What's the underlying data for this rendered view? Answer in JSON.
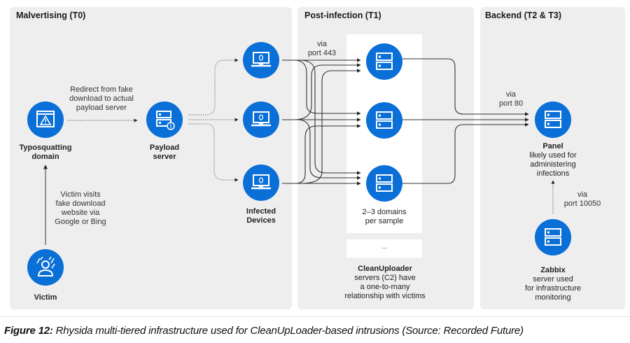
{
  "panels": {
    "t0": {
      "title": "Malvertising (T0)"
    },
    "t1": {
      "title": "Post-infection (T1)"
    },
    "t2": {
      "title": "Backend (T2 & T3)"
    }
  },
  "nodes": {
    "typosquatting": {
      "title": "Typosquatting",
      "title2": "domain",
      "icon": "warning-window-icon"
    },
    "payload": {
      "title": "Payload",
      "title2": "server",
      "icon": "server-bug-icon"
    },
    "victim": {
      "title": "Victim",
      "icon": "person-icon"
    },
    "infected": {
      "title": "Infected",
      "title2": "Devices",
      "icon": "laptop-bug-icon"
    },
    "c2": {
      "desc1": "2–3 domains",
      "desc2": "per sample",
      "more": "...",
      "icon": "server-icon"
    },
    "c2_caption": {
      "title": "CleanUploader",
      "line1": "servers (C2) have",
      "line2": "a one-to-many",
      "line3": "relationship with victims"
    },
    "panel": {
      "title": "Panel",
      "line1": "likely used for",
      "line2": "administering",
      "line3": "infections",
      "icon": "server-icon"
    },
    "zabbix": {
      "title": "Zabbix",
      "line1": "server used",
      "line2": "for infrastructure",
      "line3": "monitoring",
      "icon": "server-icon"
    }
  },
  "edges": {
    "redirect": {
      "line1": "Redirect from fake",
      "line2": "download to actual",
      "line3": "payload server"
    },
    "visit": {
      "line1": "Victim visits",
      "line2": "fake download",
      "line3": "website via",
      "line4": "Google or Bing"
    },
    "port443": {
      "line1": "via",
      "line2": "port 443"
    },
    "port80": {
      "line1": "via",
      "line2": "port 80"
    },
    "port10050": {
      "line1": "via",
      "line2": "port 10050"
    }
  },
  "caption": {
    "figure": "Figure 12:",
    "text": " Rhysida multi-tiered infrastructure used for CleanUpLoader-based intrusions (Source: Recorded Future)"
  },
  "colors": {
    "node": "#0a6fd6",
    "panel": "#eeeeee",
    "line": "#333333"
  }
}
